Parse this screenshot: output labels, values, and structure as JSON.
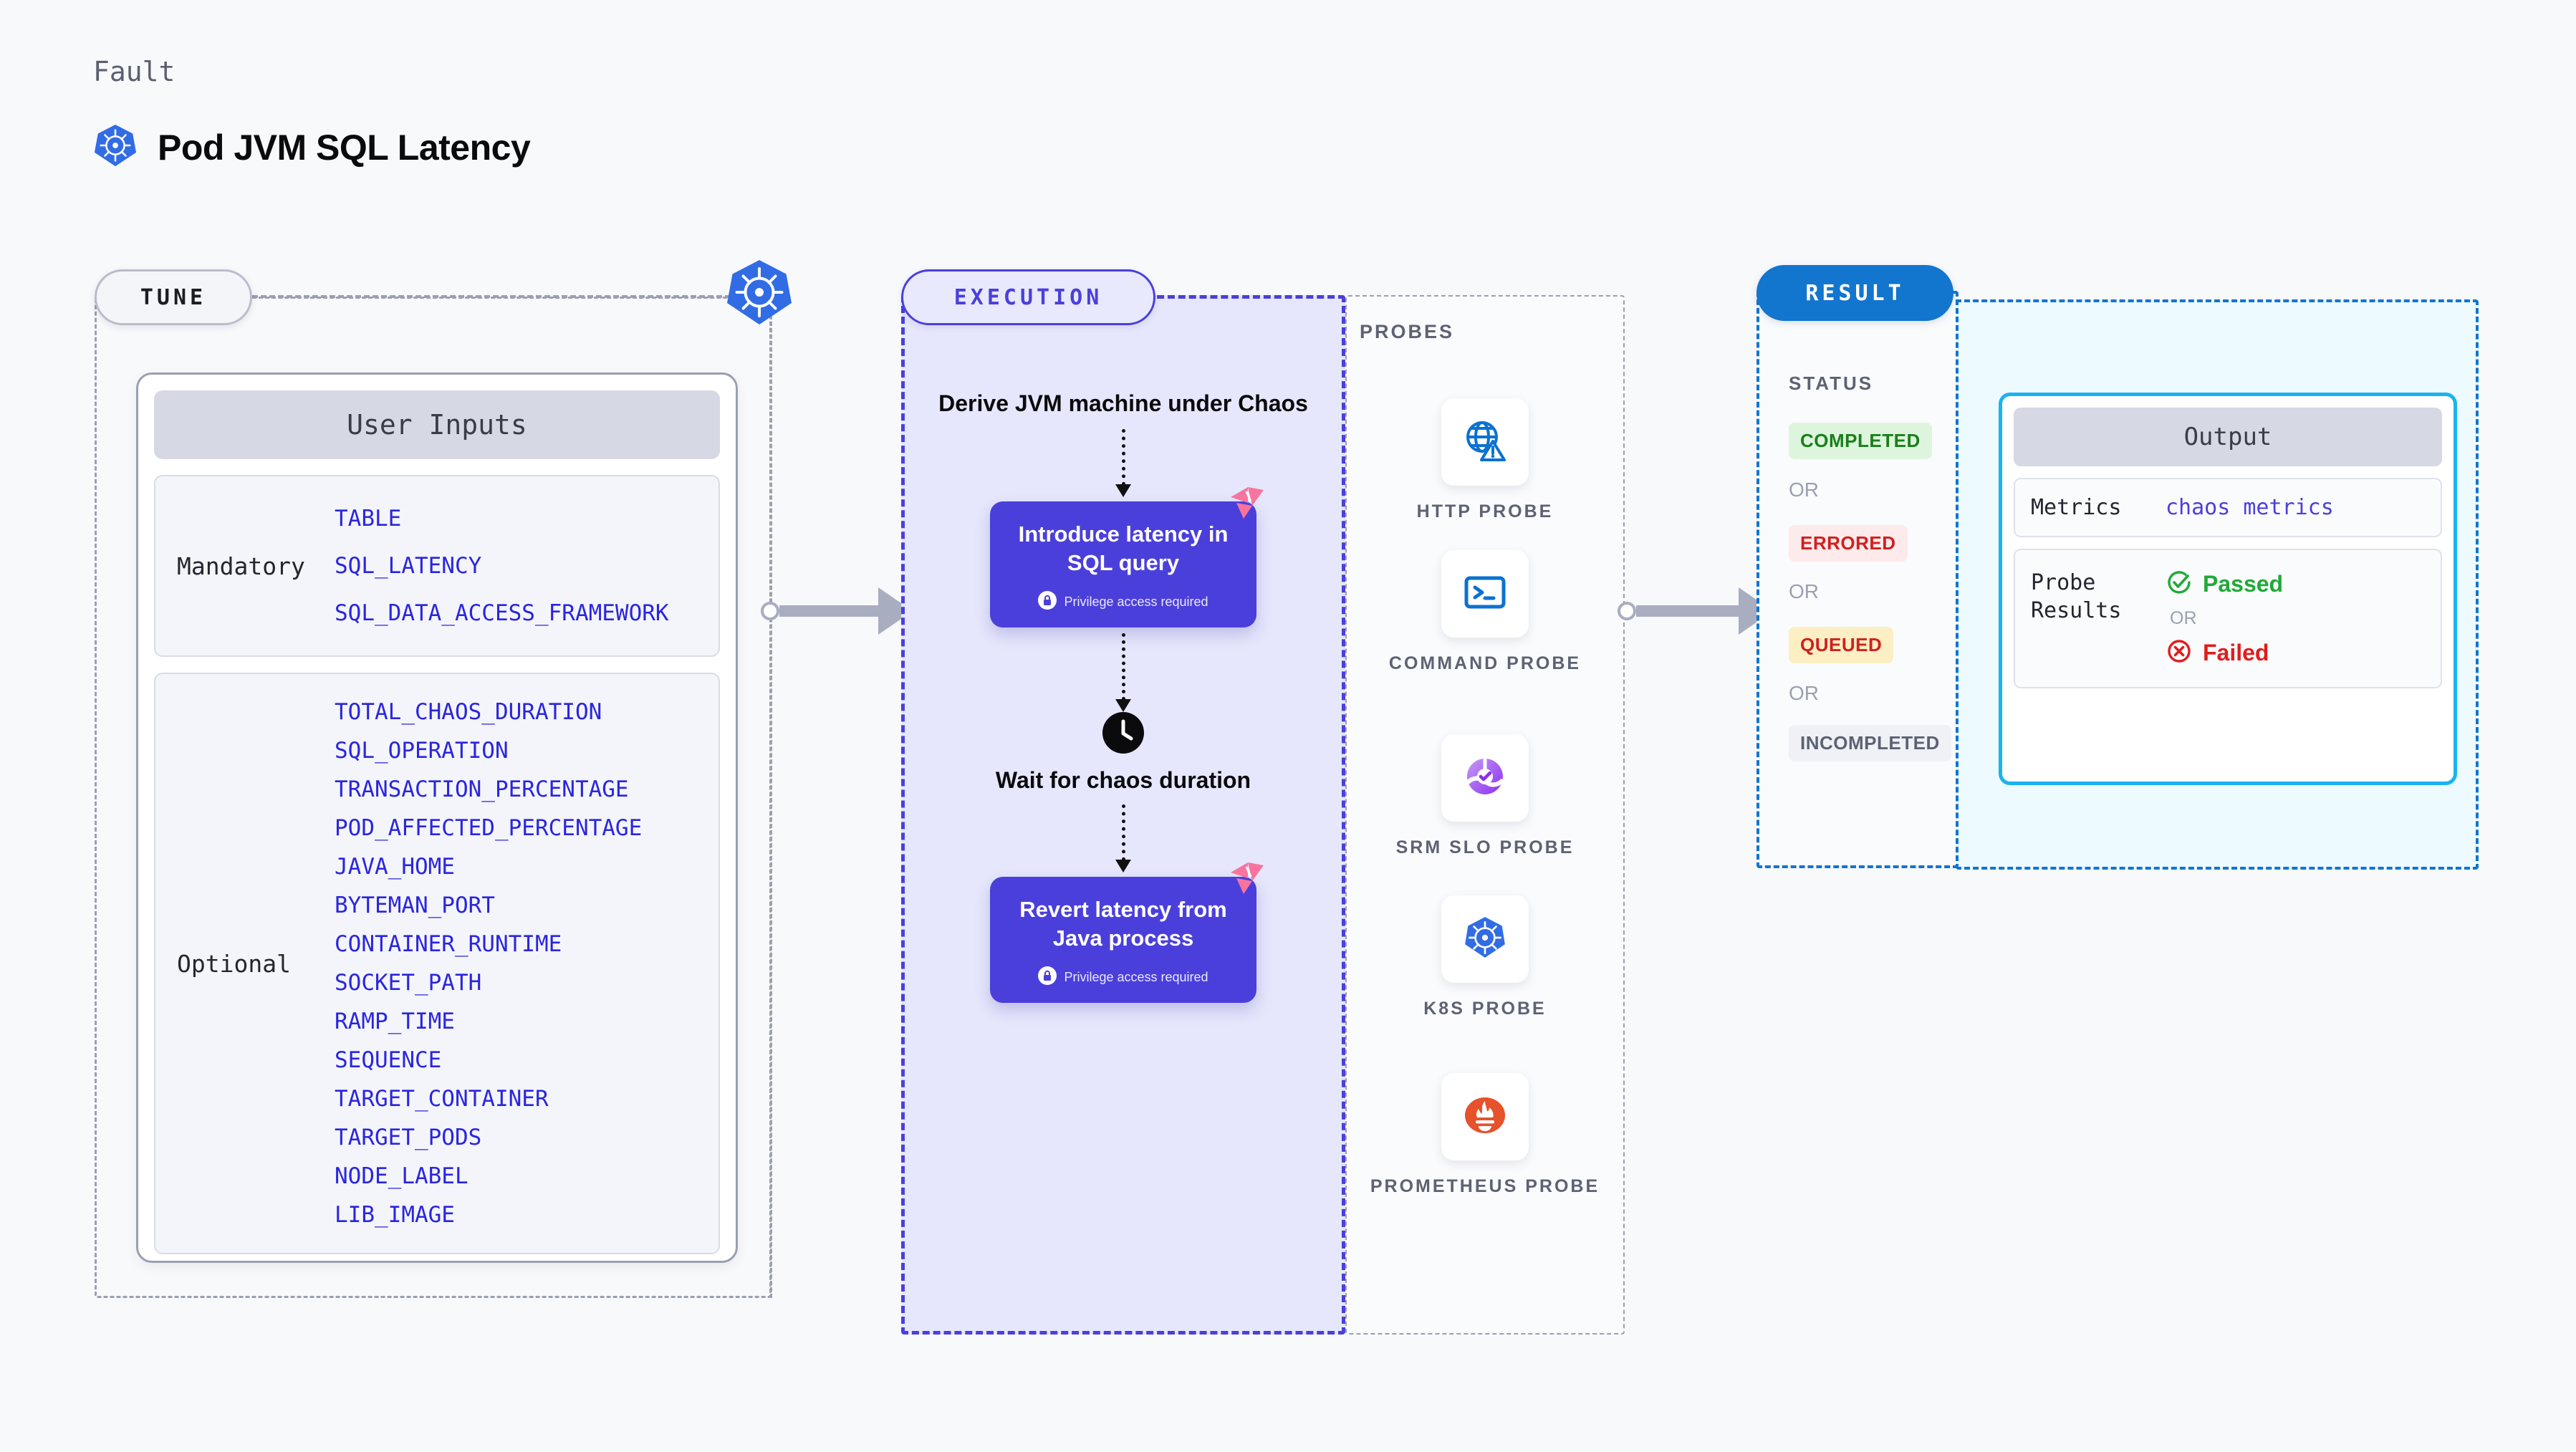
{
  "header": {
    "eyebrow": "Fault",
    "title": "Pod JVM SQL Latency",
    "icon": "kubernetes-icon"
  },
  "tune": {
    "pill_label": "TUNE",
    "node_icon": "kubernetes-icon",
    "card_header": "User Inputs",
    "groups": [
      {
        "label": "Mandatory",
        "params": [
          "TABLE",
          "SQL_LATENCY",
          "SQL_DATA_ACCESS_FRAMEWORK"
        ]
      },
      {
        "label": "Optional",
        "params": [
          "TOTAL_CHAOS_DURATION",
          "SQL_OPERATION",
          "TRANSACTION_PERCENTAGE",
          "POD_AFFECTED_PERCENTAGE",
          "JAVA_HOME",
          "BYTEMAN_PORT",
          "CONTAINER_RUNTIME",
          "SOCKET_PATH",
          "RAMP_TIME",
          "SEQUENCE",
          "TARGET_CONTAINER",
          "TARGET_PODS",
          "NODE_LABEL",
          "LIB_IMAGE"
        ]
      }
    ]
  },
  "execution": {
    "pill_label": "EXECUTION",
    "steps": [
      {
        "kind": "text",
        "label": "Derive JVM machine under Chaos"
      },
      {
        "kind": "card",
        "label": "Introduce latency in SQL query",
        "badge": "Privilege access required",
        "badge_icon": "lock-icon",
        "flag_icon": "chaos-flag-icon"
      },
      {
        "kind": "wait",
        "label": "Wait for chaos duration",
        "icon": "clock-icon"
      },
      {
        "kind": "card",
        "label": "Revert latency from Java process",
        "badge": "Privilege access required",
        "badge_icon": "lock-icon",
        "flag_icon": "chaos-flag-icon"
      }
    ]
  },
  "probes": {
    "label": "PROBES",
    "items": [
      {
        "name": "HTTP PROBE",
        "icon": "globe-warning-icon"
      },
      {
        "name": "COMMAND PROBE",
        "icon": "terminal-icon"
      },
      {
        "name": "SRM SLO PROBE",
        "icon": "srm-slo-icon"
      },
      {
        "name": "K8S PROBE",
        "icon": "kubernetes-icon"
      },
      {
        "name": "PROMETHEUS PROBE",
        "icon": "prometheus-icon"
      }
    ]
  },
  "result": {
    "pill_label": "RESULT",
    "status_label": "STATUS",
    "or_label": "OR",
    "statuses": [
      {
        "label": "COMPLETED",
        "bg": "#ddf5dd",
        "fg": "#1a7f1a"
      },
      {
        "label": "ERRORED",
        "bg": "#fdeaea",
        "fg": "#cf2020"
      },
      {
        "label": "QUEUED",
        "bg": "#fdefc4",
        "fg": "#cf2020"
      },
      {
        "label": "INCOMPLETED",
        "bg": "#f0f1f6",
        "fg": "#5d6273"
      }
    ],
    "output": {
      "header": "Output",
      "metrics_label": "Metrics",
      "metrics_value": "chaos metrics",
      "probe_results_label": "Probe Results",
      "passed_label": "Passed",
      "failed_label": "Failed",
      "or_label": "OR",
      "passed_icon": "check-circle-icon",
      "failed_icon": "x-circle-icon"
    }
  },
  "colors": {
    "background": "#f8f9fb",
    "tune_border": "#9aa0b0",
    "execution_accent": "#4b3fdb",
    "execution_fill": "#e6e7fc",
    "result_accent": "#1275ce",
    "output_fill": "#edfaff",
    "output_border": "#19b4ef",
    "param_text": "#2a25e0",
    "kubernetes_blue": "#326ce5",
    "chaos_pink": "#f8749e",
    "prometheus_orange": "#e6522c",
    "passed_green": "#1faa36",
    "failed_red": "#e01d1d",
    "connector_gray": "#a9adc0"
  }
}
